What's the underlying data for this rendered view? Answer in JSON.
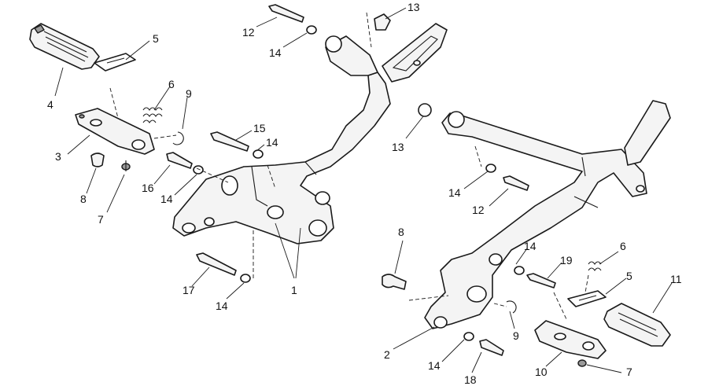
{
  "callouts": [
    {
      "id": "c-13-top",
      "text": "13"
    },
    {
      "id": "c-12-top",
      "text": "12"
    },
    {
      "id": "c-14-top",
      "text": "14"
    },
    {
      "id": "c-5-left",
      "text": "5"
    },
    {
      "id": "c-6-left",
      "text": "6"
    },
    {
      "id": "c-9-left",
      "text": "9"
    },
    {
      "id": "c-4",
      "text": "4"
    },
    {
      "id": "c-3",
      "text": "3"
    },
    {
      "id": "c-8-left",
      "text": "8"
    },
    {
      "id": "c-7-left",
      "text": "7"
    },
    {
      "id": "c-15",
      "text": "15"
    },
    {
      "id": "c-14-mid",
      "text": "14"
    },
    {
      "id": "c-16",
      "text": "16"
    },
    {
      "id": "c-14-left",
      "text": "14"
    },
    {
      "id": "c-17",
      "text": "17"
    },
    {
      "id": "c-14-bottom",
      "text": "14"
    },
    {
      "id": "c-1",
      "text": "1"
    },
    {
      "id": "c-13-right",
      "text": "13"
    },
    {
      "id": "c-14-right",
      "text": "14"
    },
    {
      "id": "c-12-right",
      "text": "12"
    },
    {
      "id": "c-8-right",
      "text": "8"
    },
    {
      "id": "c-14-lower",
      "text": "14"
    },
    {
      "id": "c-19",
      "text": "19"
    },
    {
      "id": "c-6-right",
      "text": "6"
    },
    {
      "id": "c-5-right",
      "text": "5"
    },
    {
      "id": "c-11",
      "text": "11"
    },
    {
      "id": "c-2",
      "text": "2"
    },
    {
      "id": "c-9-right",
      "text": "9"
    },
    {
      "id": "c-14-bottom-right",
      "text": "14"
    },
    {
      "id": "c-18",
      "text": "18"
    },
    {
      "id": "c-10",
      "text": "10"
    },
    {
      "id": "c-7-right",
      "text": "7"
    }
  ]
}
